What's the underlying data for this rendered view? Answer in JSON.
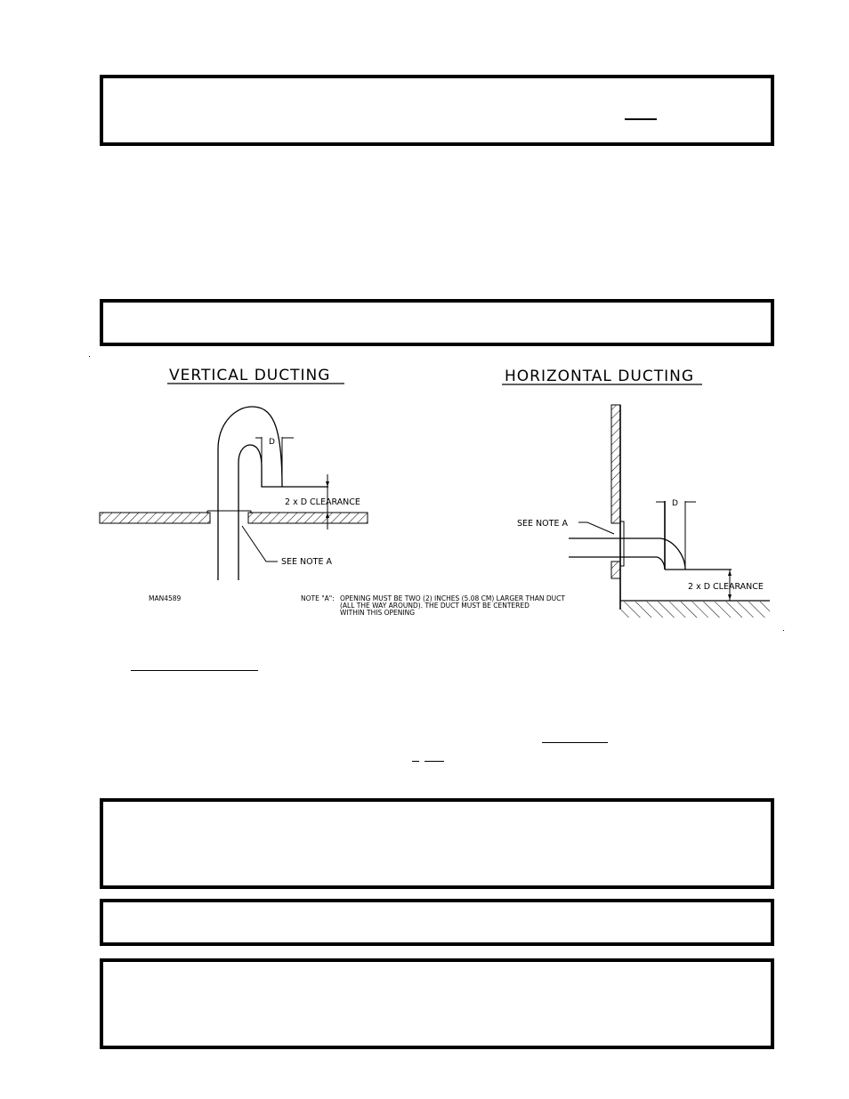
{
  "boxes": [
    {
      "id": "notice-box-1",
      "text": ""
    },
    {
      "id": "notice-box-2",
      "text": ""
    },
    {
      "id": "notice-box-3",
      "text": ""
    },
    {
      "id": "notice-box-4",
      "text": ""
    },
    {
      "id": "notice-box-5",
      "text": ""
    }
  ],
  "figure": {
    "vertical": {
      "title": "VERTICAL DUCTING",
      "dim_label": "D",
      "clearance_label": "2 x D CLEARANCE",
      "note_ref": "SEE NOTE A"
    },
    "horizontal": {
      "title": "HORIZONTAL DUCTING",
      "dim_label": "D",
      "clearance_label": "2 x D CLEARANCE",
      "note_ref": "SEE NOTE A"
    },
    "drawing_id": "MAN4589",
    "note_a": {
      "label": "NOTE \"A\":",
      "lines": [
        "OPENING MUST BE TWO (2) INCHES (5.08 CM) LARGER THAN DUCT",
        "(ALL THE WAY AROUND). THE DUCT MUST BE CENTERED",
        "WITHIN THIS OPENING"
      ]
    }
  }
}
